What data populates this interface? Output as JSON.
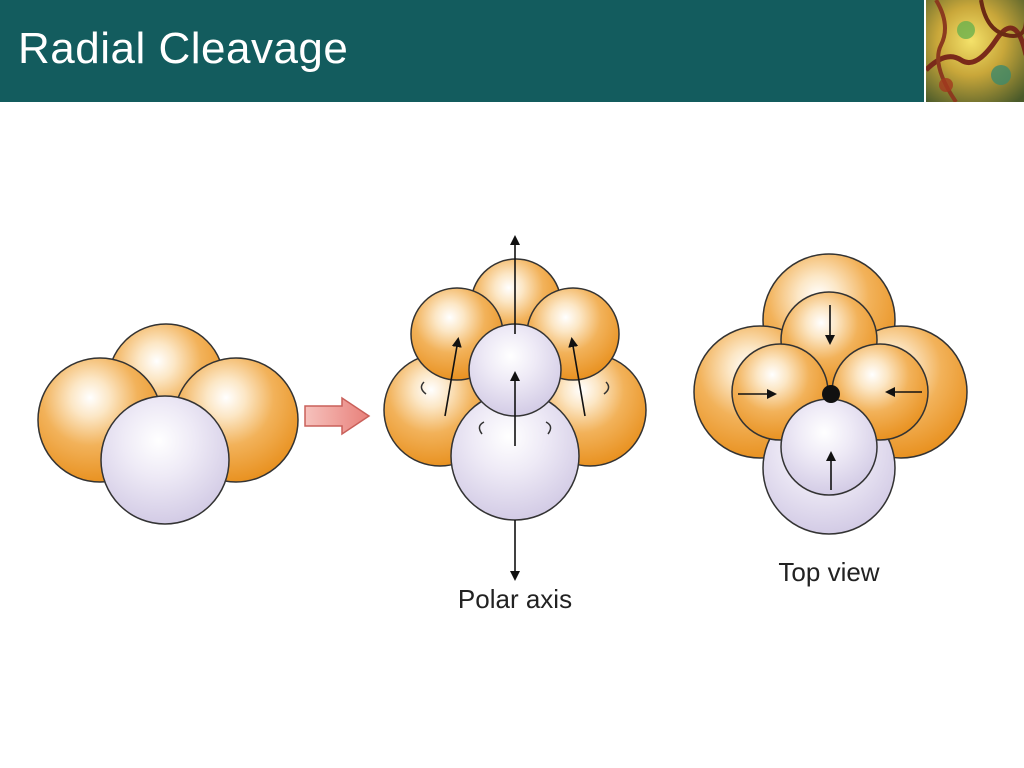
{
  "slide": {
    "title": "Radial Cleavage"
  },
  "diagram": {
    "labels": {
      "polar_axis": "Polar axis",
      "top_view": "Top view"
    },
    "colors": {
      "header_bg": "#135c5e",
      "orange_blastomere": "#e89a2e",
      "lavender_blastomere": "#d8d2ea",
      "transition_arrow": "#e8807a"
    }
  }
}
